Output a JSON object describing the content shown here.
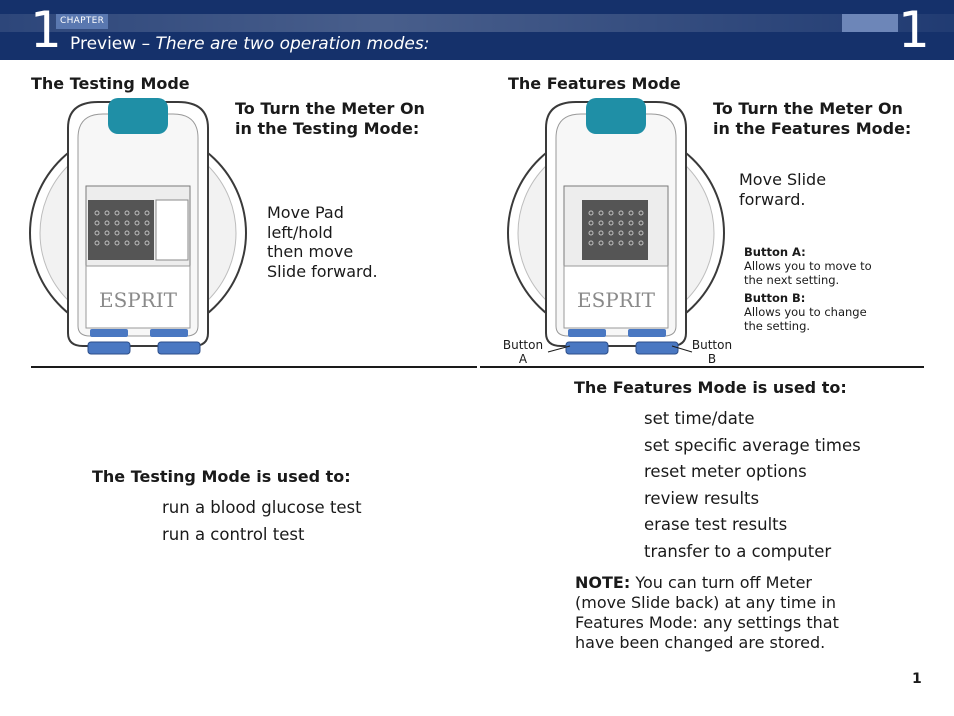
{
  "header": {
    "chapter_number": "1",
    "chapter_label": "CHAPTER",
    "title_prefix": "Preview –",
    "title_italic": "There are two operation modes:",
    "right_number": "1"
  },
  "testing": {
    "heading": "The Testing Mode",
    "turn_on_line1": "To Turn the Meter On",
    "turn_on_line2": "in the Testing Mode:",
    "instr": [
      "Move Pad",
      "left/hold",
      "then move",
      "Slide forward."
    ],
    "brand": "ESPRIT",
    "used_heading": "The Testing Mode is used to:",
    "uses": [
      "run a blood glucose test",
      "run a control test"
    ]
  },
  "features": {
    "heading": "The Features Mode",
    "turn_on_line1": "To Turn the Meter On",
    "turn_on_line2": "in the Features Mode:",
    "instr": [
      "Move Slide",
      "forward."
    ],
    "brand": "ESPRIT",
    "button_a_title": "Button A:",
    "button_a_desc": [
      "Allows you to move to",
      "the next setting."
    ],
    "button_b_title": "Button B:",
    "button_b_desc": [
      "Allows you to change",
      "the setting."
    ],
    "callout_a": [
      "Button",
      "A"
    ],
    "callout_b": [
      "Button",
      "B"
    ],
    "used_heading": "The Features Mode is used to:",
    "uses": [
      "set time/date",
      "set specific average times",
      "reset meter options",
      "review results",
      "erase test results",
      "transfer to a computer"
    ],
    "note_label": "NOTE:",
    "note_lines": [
      "You can turn off Meter",
      "(move Slide back) at any time in",
      "Features Mode: any settings that",
      "have been changed are stored."
    ]
  },
  "page_number": "1",
  "colors": {
    "header_bg": "#15316b",
    "tag_bg": "#5a78b0",
    "meter_teal": "#1f8fa6",
    "meter_button_blue": "#4a78c2"
  }
}
